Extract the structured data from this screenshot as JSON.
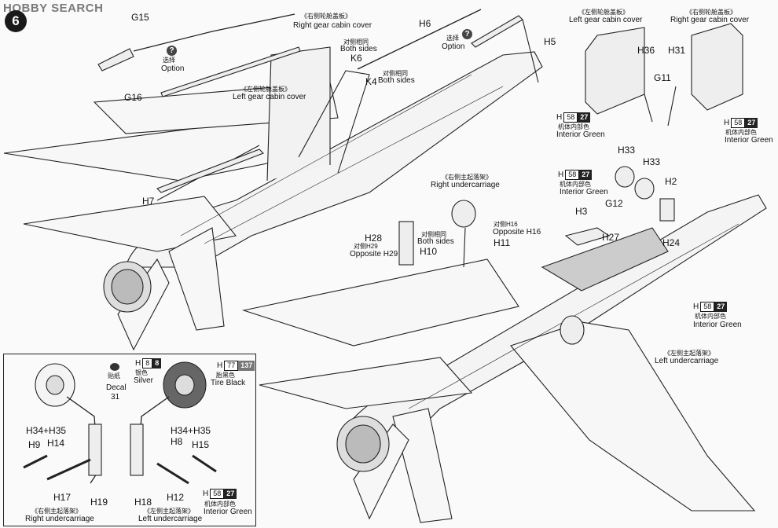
{
  "header": {
    "logo_text": "HOBBY SEARCH",
    "step_number": "6"
  },
  "parts": {
    "G15": "G15",
    "G16": "G16",
    "G11": "G11",
    "G12": "G12",
    "H6": "H6",
    "H5": "H5",
    "H7": "H7",
    "H36": "H36",
    "H31": "H31",
    "H33a": "H33",
    "H33b": "H33",
    "H2": "H2",
    "H3": "H3",
    "H27": "H27",
    "H24": "H24",
    "H28": "H28",
    "H10": "H10",
    "H11": "H11",
    "K6": "K6",
    "K4": "K4",
    "H34_35a": "H34+H35",
    "H34_35b": "H34+H35",
    "H9": "H9",
    "H14": "H14",
    "H8": "H8",
    "H15": "H15",
    "H17": "H17",
    "H19": "H19",
    "H18": "H18",
    "H12": "H12"
  },
  "labels": {
    "option_cn": "选择",
    "option_en": "Option",
    "right_cover_cn": "《右侧轮舱盖板》",
    "right_cover_en": "Right gear cabin cover",
    "left_cover_cn": "《左侧轮舱盖板》",
    "left_cover_en": "Left gear cabin cover",
    "both_cn": "对侧相同",
    "both_en": "Both sides",
    "right_uc_cn": "《右侧主起落架》",
    "right_uc_en": "Right undercarriage",
    "left_uc_cn": "《左侧主起落架》",
    "left_uc_en": "Left undercarriage",
    "opp_h16_cn": "对侧H16",
    "opp_h16_en": "Opposite H16",
    "opp_h29_cn": "对侧H29",
    "opp_h29_en": "Opposite H29",
    "interior_cn": "机体内部色",
    "interior_en": "Interior Green",
    "silver_cn": "银色",
    "silver_en": "Silver",
    "tire_cn": "胎黑色",
    "tire_en": "Tire Black",
    "decal_cn": "贴纸",
    "decal_en": "Decal",
    "decal_no": "31",
    "q_mark": "?"
  },
  "colors": {
    "H_green": {
      "prefix": "H",
      "code": "58",
      "ref": "27"
    },
    "H_silver": {
      "prefix": "H",
      "code": "8",
      "ref": "8"
    },
    "H_black": {
      "prefix": "H",
      "code": "77",
      "ref": "137"
    }
  }
}
